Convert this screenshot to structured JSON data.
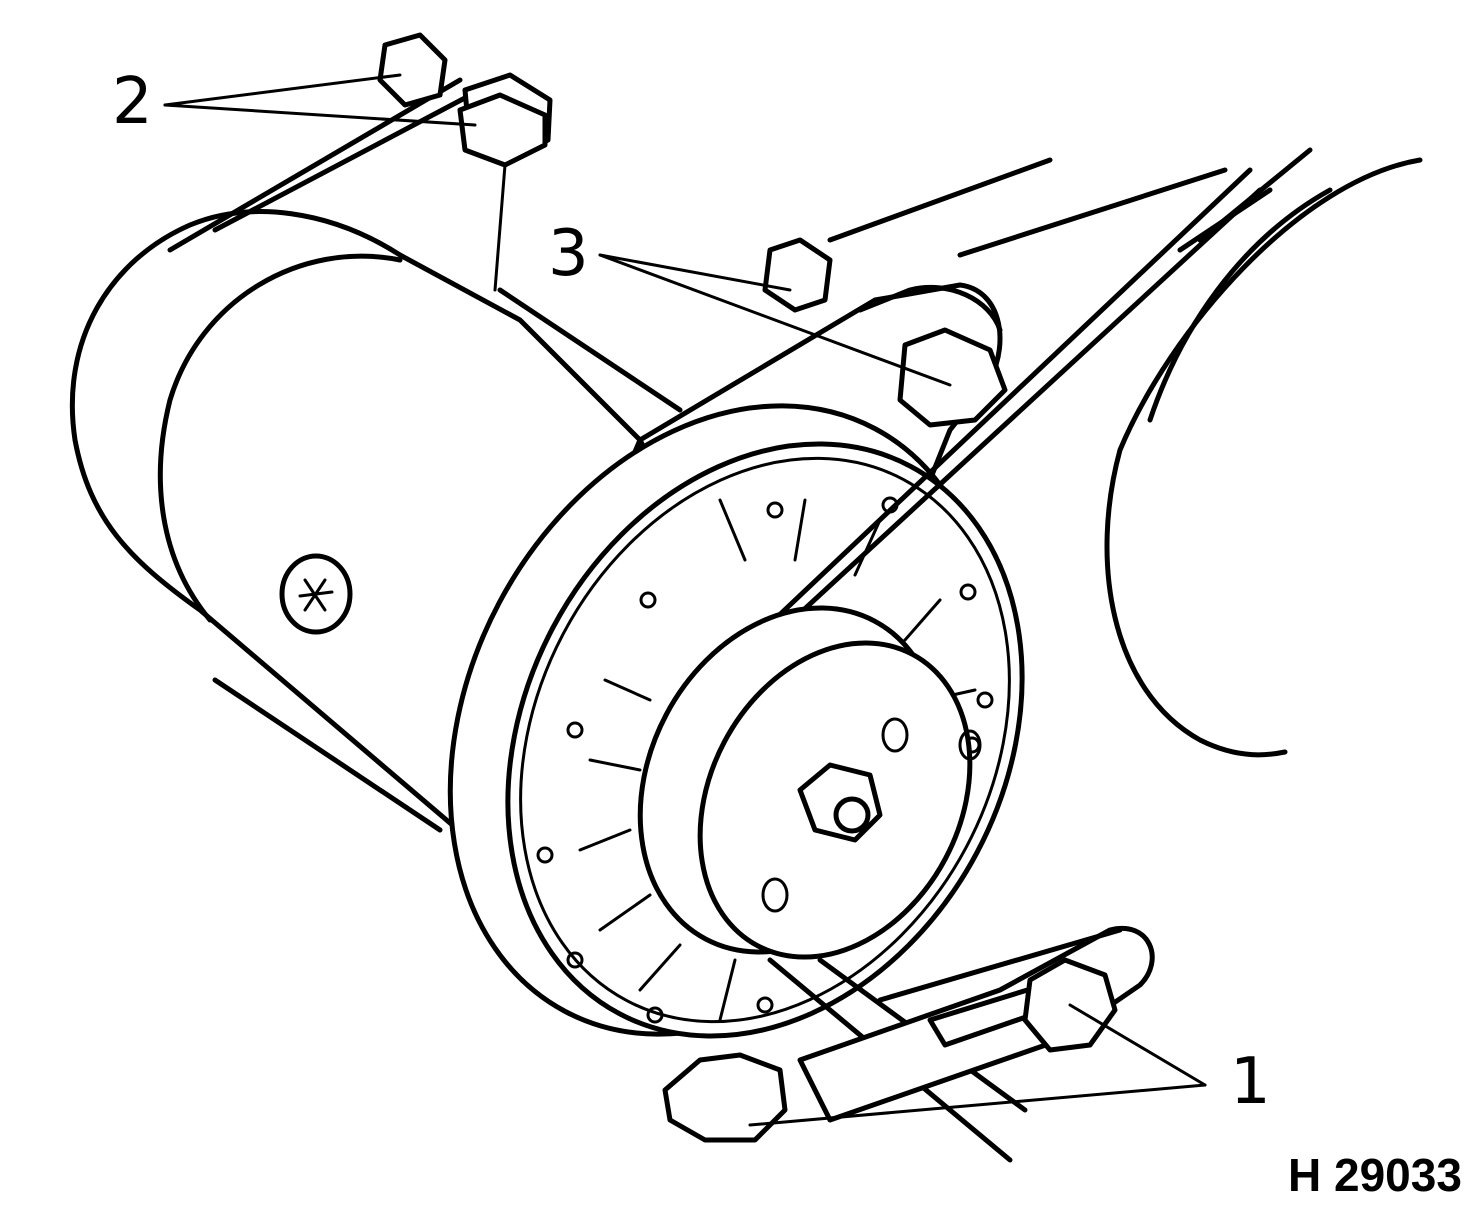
{
  "callouts": [
    {
      "id": "1",
      "text": "1"
    },
    {
      "id": "2",
      "text": "2"
    },
    {
      "id": "3",
      "text": "3"
    }
  ],
  "reference": "H 29033"
}
